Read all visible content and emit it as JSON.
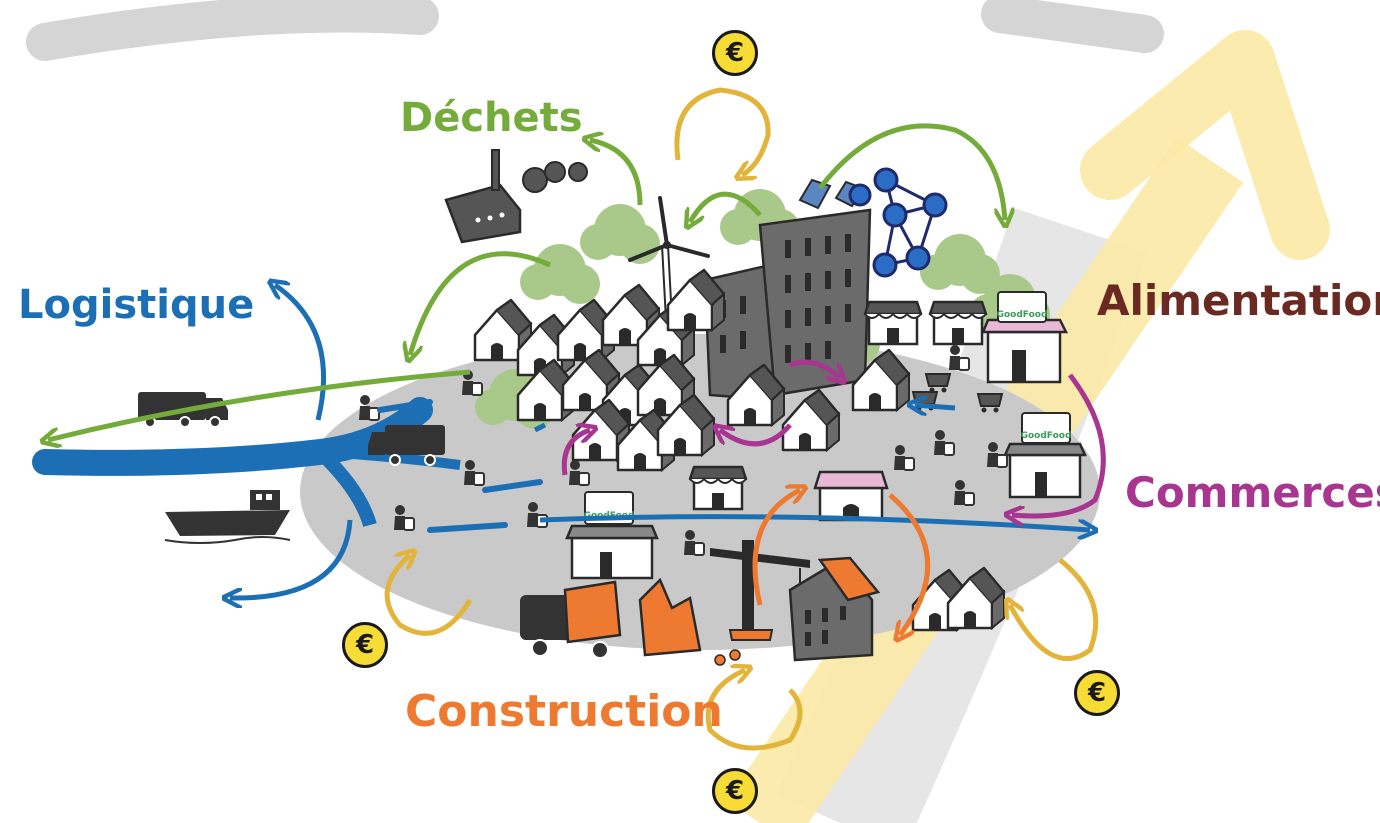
{
  "labels": {
    "logistique": "Logistique",
    "dechets": "Déchets",
    "alimentation": "Alimentation",
    "commerces": "Commerces",
    "construction": "Construction"
  },
  "currency_symbol": "€",
  "shop_sign": "GoodFood",
  "colors": {
    "logistique": "#1d6fb5",
    "dechets": "#74ab3b",
    "alimentation": "#6b2a21",
    "commerces": "#a8358f",
    "construction": "#ee7a32",
    "euro": "#f7dc35",
    "money_flow": "#e2b43a",
    "ground": "#c9c9c9",
    "greenery": "#a9c98a",
    "growth_arrow": "#fbe9a6"
  }
}
